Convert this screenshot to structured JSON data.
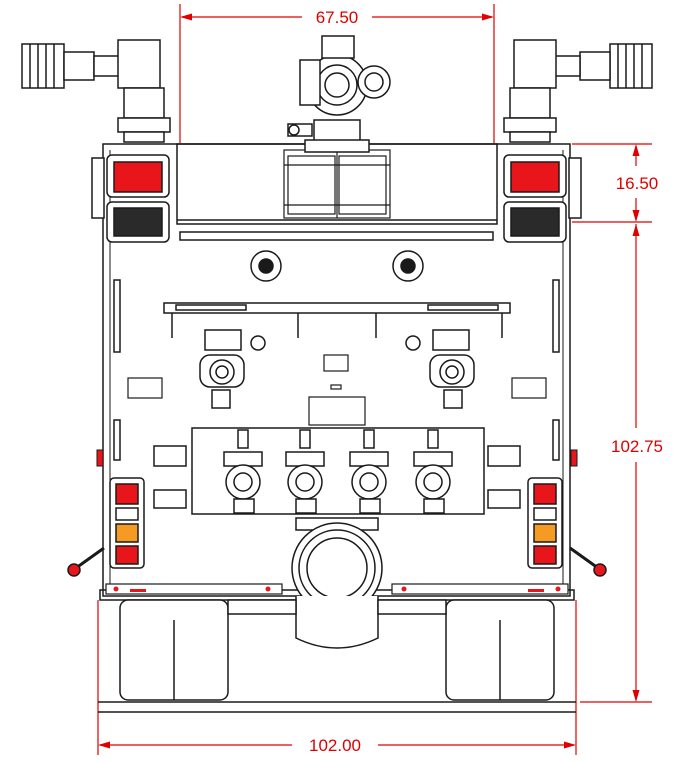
{
  "dimensions": {
    "top_width": "67.50",
    "side_upper": "16.50",
    "side_height": "102.75",
    "bottom_width": "102.00"
  },
  "colors": {
    "line": "#1a1a1a",
    "dimension": "#e00000",
    "light_red": "#e8161b",
    "light_amber": "#f59a23",
    "body": "#ffffff"
  }
}
